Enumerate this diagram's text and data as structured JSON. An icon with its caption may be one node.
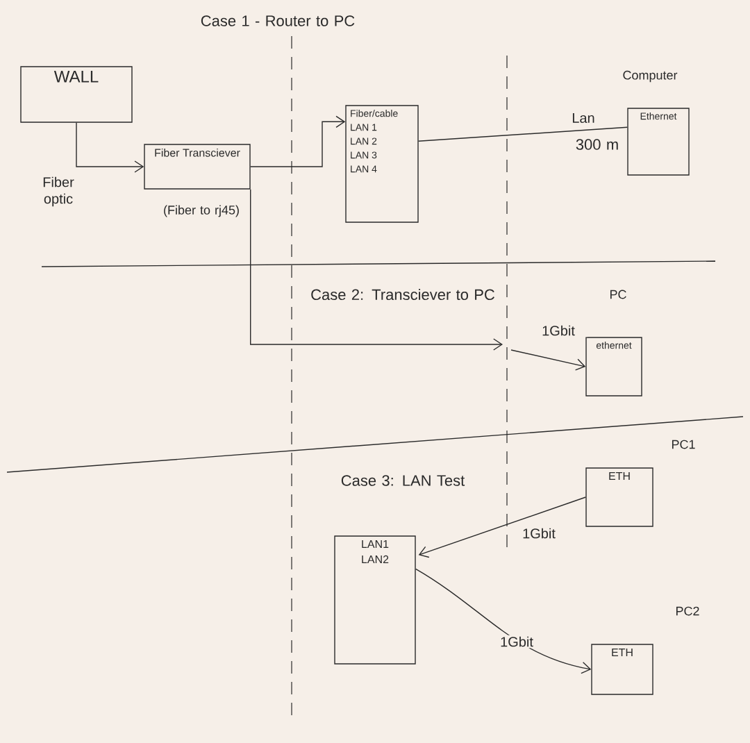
{
  "diagram": {
    "nodes": [
      {
        "text": [
          "WALL"
        ]
      },
      {
        "text": [
          "Fiber Transciever"
        ],
        "beside": [
          "(Fiber to rj45)"
        ]
      },
      {
        "text": [
          "Fiber/cable",
          "LAN 1",
          "LAN 2",
          "LAN 3",
          "LAN 4"
        ]
      },
      {
        "text": [
          "Ethernet"
        ],
        "beside": [
          "Computer"
        ]
      },
      {
        "text": [
          "ethernet"
        ],
        "beside": [
          "PC"
        ]
      },
      {
        "text": [
          "LAN1",
          "LAN2"
        ]
      },
      {
        "text": [
          "ETH"
        ],
        "beside": [
          "PC1"
        ]
      },
      {
        "text": [
          "ETH"
        ],
        "beside": [
          "PC2"
        ]
      }
    ],
    "edges": [
      {
        "from": 0,
        "to": 1,
        "arrow": "to",
        "label": "Fiber optic"
      },
      {
        "from": 1,
        "to": 2,
        "arrow": "to"
      },
      {
        "from": 2,
        "to": 3,
        "arrow": "none",
        "label": "Lan"
      },
      {
        "from": 1,
        "to": null,
        "arrow": "to"
      },
      {
        "from": null,
        "to": 4,
        "arrow": "to",
        "label": "1Gbit"
      },
      {
        "from": 6,
        "to": 5,
        "arrow": "to",
        "label": "1Gbit"
      },
      {
        "from": 5,
        "to": 7,
        "arrow": "to",
        "label": "1Gbit"
      }
    ],
    "labels": [
      "Case 1 - Router to PC",
      "300 m",
      "Case 2: Transciever to PC",
      "Case 3: LAN Test"
    ]
  }
}
